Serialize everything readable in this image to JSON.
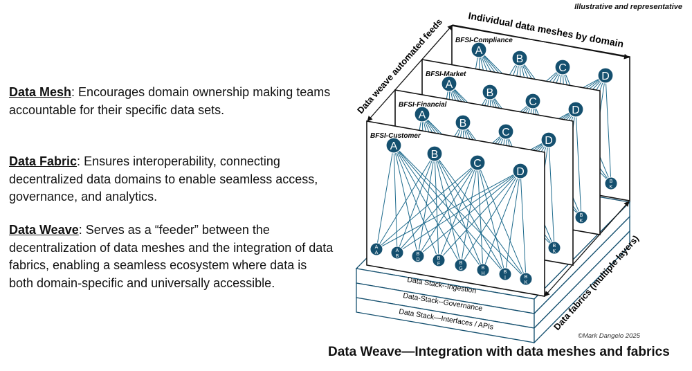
{
  "note": "Illustrative and representative",
  "definitions": [
    {
      "term": "Data Mesh",
      "sep": ":",
      "text": " Encourages domain ownership making teams accountable for their specific data sets."
    },
    {
      "term": "Data Fabric",
      "sep": ":",
      "text": " Ensures interoperability, connecting decentralized data domains to enable seamless access, governance, and analytics."
    },
    {
      "term": "Data Weave",
      "sep": ":",
      "text": " Serves as a “feeder” between the decentralization of data meshes and the integration of data fabrics, enabling a seamless ecosystem where data is both domain-specific and universally accessible."
    }
  ],
  "diagram": {
    "top_label": "Individual data meshes by domain",
    "left_label": "Data weave automated feeds",
    "right_label": "Data fabrics (multiple layers)",
    "panels": [
      "BFSI-Customer",
      "BFSI-Financial",
      "BFSI-Market",
      "BFSI-Compliance"
    ],
    "top_nodes": [
      "A",
      "B",
      "C",
      "D"
    ],
    "bottom_nodes": [
      [
        "A",
        "A"
      ],
      [
        "A",
        "B"
      ],
      [
        "B",
        "D"
      ],
      [
        "B",
        "F"
      ],
      [
        "B",
        "G"
      ],
      [
        "B",
        "H"
      ],
      [
        "B",
        "I"
      ],
      [
        "B",
        "K"
      ]
    ],
    "layers": [
      "Data Stack--Ingestion",
      "Data-Stack--Governance",
      "Data Stack—Interfaces / APIs"
    ],
    "node_color": "#15506f",
    "line_color": "#1d6a8c"
  },
  "copyright": "©Mark Dangelo 2025",
  "caption": "Data Weave—Integration with data meshes and fabrics"
}
